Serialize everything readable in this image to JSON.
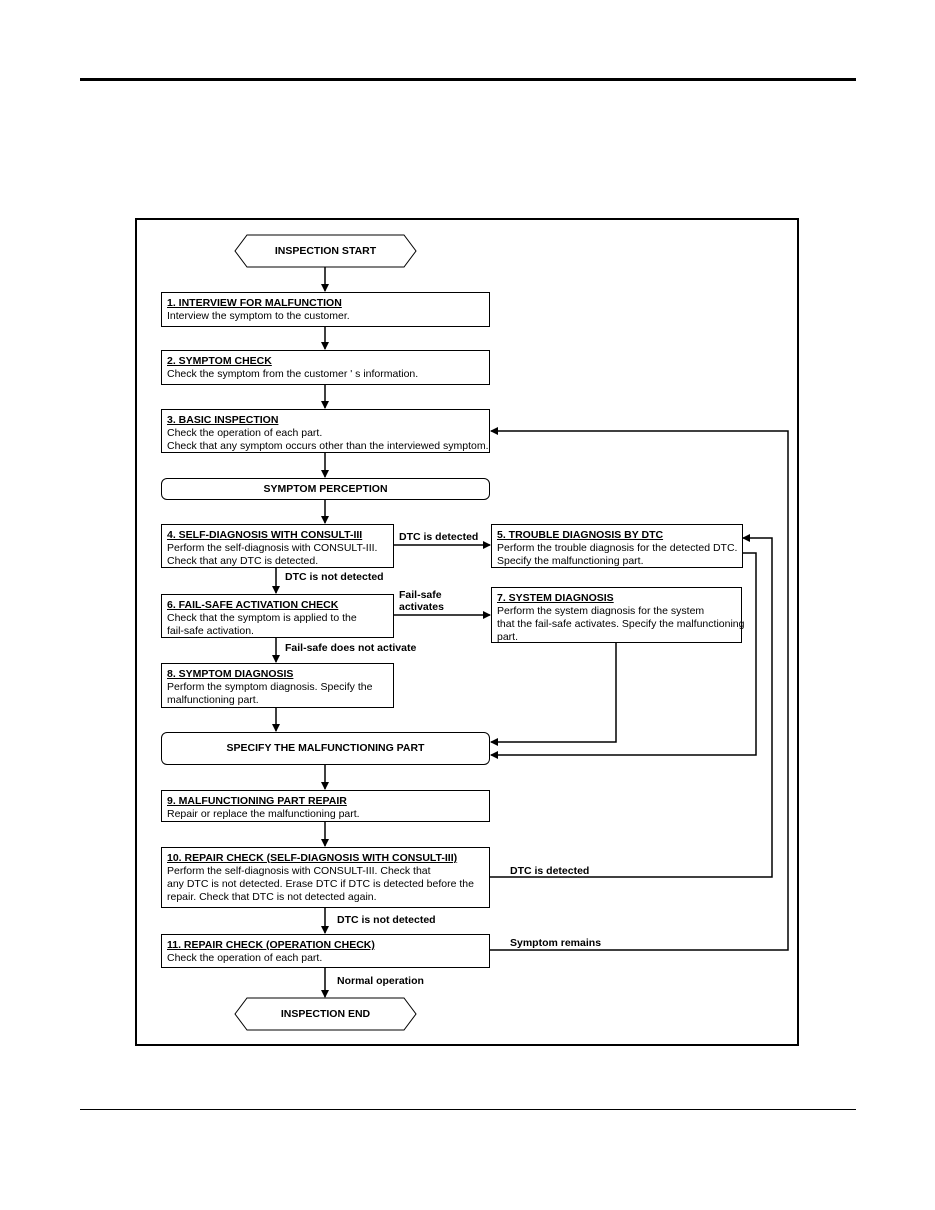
{
  "flowchart": {
    "start": "INSPECTION START",
    "end": "INSPECTION END",
    "symptom_perception": "SYMPTOM PERCEPTION",
    "specify_part": "SPECIFY THE MALFUNCTIONING PART",
    "steps": {
      "s1": {
        "title": "1. INTERVIEW FOR MALFUNCTION",
        "lines": [
          "Interview the symptom to the customer."
        ]
      },
      "s2": {
        "title": "2. SYMPTOM CHECK",
        "lines": [
          "Check the symptom from the customer ' s information."
        ]
      },
      "s3": {
        "title": "3. BASIC INSPECTION",
        "lines": [
          "Check the operation of each part.",
          "Check that any symptom occurs other than the interviewed symptom."
        ]
      },
      "s4": {
        "title": "4. SELF-DIAGNOSIS WITH CONSULT-III",
        "lines": [
          "Perform the self-diagnosis with CONSULT-III.",
          "Check that any DTC is detected."
        ]
      },
      "s5": {
        "title": "5. TROUBLE DIAGNOSIS BY DTC",
        "lines": [
          "Perform the trouble diagnosis for the detected DTC.",
          "Specify the malfunctioning part."
        ]
      },
      "s6": {
        "title": "6. FAIL-SAFE ACTIVATION CHECK",
        "lines": [
          "Check that the symptom is applied to the",
          "fail-safe activation."
        ]
      },
      "s7": {
        "title": "7. SYSTEM DIAGNOSIS",
        "lines": [
          "Perform the system diagnosis for the system",
          "that the fail-safe activates. Specify the malfunctioning",
          "part."
        ]
      },
      "s8": {
        "title": "8. SYMPTOM DIAGNOSIS",
        "lines": [
          "Perform the symptom diagnosis. Specify the",
          "malfunctioning part."
        ]
      },
      "s9": {
        "title": "9. MALFUNCTIONING PART REPAIR",
        "lines": [
          "Repair or replace the malfunctioning part."
        ]
      },
      "s10": {
        "title": "10. REPAIR CHECK (SELF-DIAGNOSIS WITH CONSULT-III)",
        "lines": [
          "Perform the self-diagnosis with CONSULT-III. Check that",
          "any DTC is not detected. Erase DTC if DTC is detected before the",
          "repair. Check that DTC is not detected again."
        ]
      },
      "s11": {
        "title": "11. REPAIR CHECK (OPERATION CHECK)",
        "lines": [
          "Check the operation of each part."
        ]
      }
    },
    "labels": {
      "dtc_detected_4": "DTC is detected",
      "dtc_not_detected_4": "DTC is not detected",
      "failsafe_activates_1": "Fail-safe",
      "failsafe_activates_2": "activates",
      "failsafe_not_activate": "Fail-safe does not activate",
      "dtc_detected_10": "DTC is detected",
      "dtc_not_detected_10": "DTC is not detected",
      "symptom_remains": "Symptom remains",
      "normal_operation": "Normal operation"
    }
  }
}
